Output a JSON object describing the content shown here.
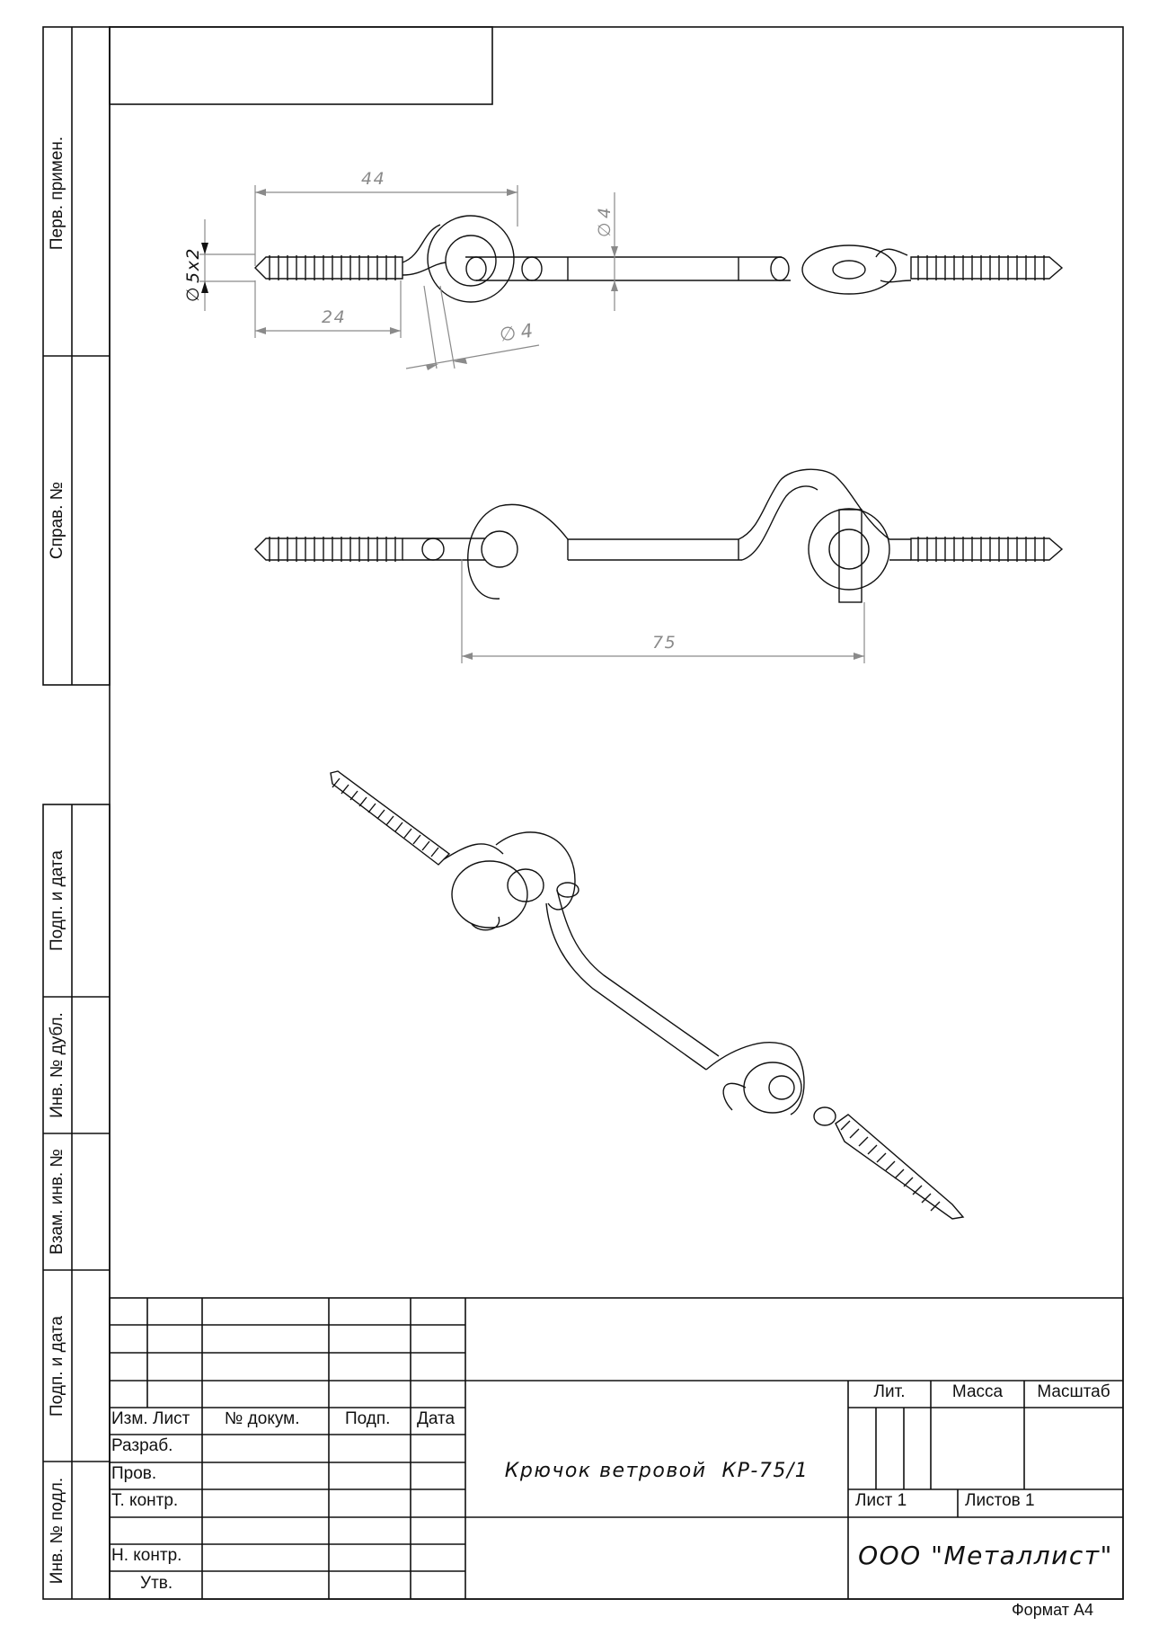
{
  "side_labels": {
    "perv_primen": "Перв. примен.",
    "sprav_no": "Справ. №",
    "podp_data_1": "Подп. и дата",
    "inv_dubl": "Инв. № дубл.",
    "vzam_inv": "Взам. инв. №",
    "podp_data_2": "Подп. и дата",
    "inv_podl": "Инв. № подл."
  },
  "dimensions": {
    "length_44": "44",
    "length_24": "24",
    "thread": "5x2",
    "dia_4_top": "4",
    "dia_4_ring": "4",
    "length_75": "75"
  },
  "title_block": {
    "headers": {
      "izm": "Изм.",
      "list": "Лист",
      "n_dokum": "№ докум.",
      "podp": "Подп.",
      "data": "Дата"
    },
    "roles": {
      "razrab": "Разраб.",
      "prov": "Пров.",
      "t_kontr": "Т. контр.",
      "n_kontr": "Н. контр.",
      "utv": "Утв."
    },
    "product_name": "Крючок ветровой  КР-75/1",
    "lit": "Лит.",
    "massa": "Масса",
    "masshtab": "Масштаб",
    "sheet": "Лист 1",
    "sheets": "Листов 1",
    "company": "ООО \"Металлист\"",
    "format": "Формат А4"
  },
  "colors": {
    "line": "#111111",
    "dimension": "#8a8a8a"
  }
}
